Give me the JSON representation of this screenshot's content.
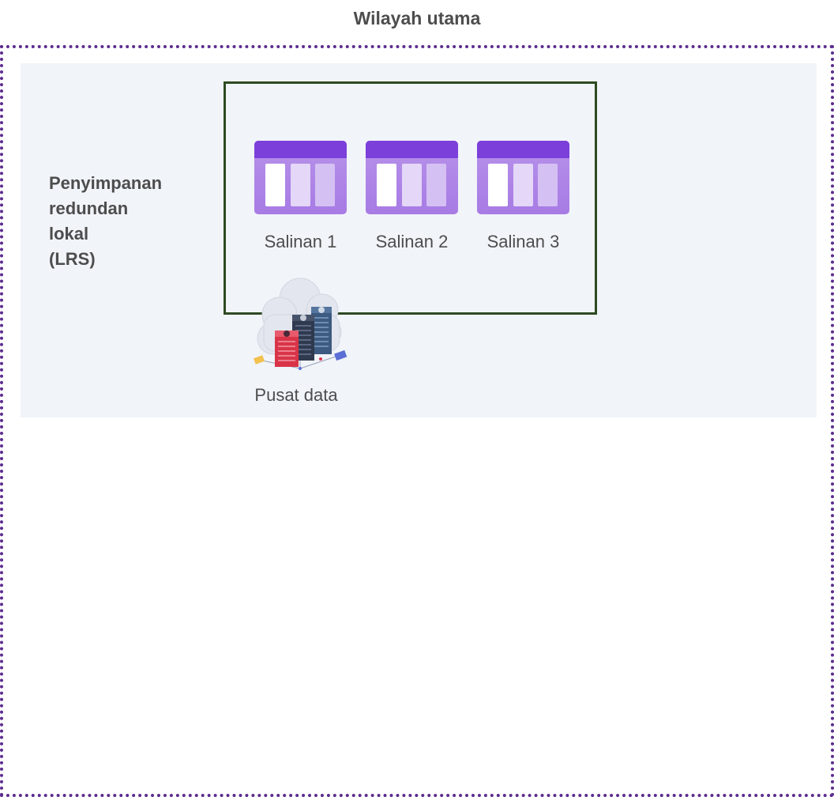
{
  "region": {
    "title": "Wilayah utama"
  },
  "lrs": {
    "label_lines": [
      "Penyimpanan",
      "redundan",
      "lokal",
      "(LRS)"
    ]
  },
  "replicas": [
    {
      "label": "Salinan 1"
    },
    {
      "label": "Salinan 2"
    },
    {
      "label": "Salinan 3"
    }
  ],
  "datacenter": {
    "label": "Pusat data",
    "icon": "datacenter-cloud-servers-icon"
  },
  "replica_icon": "storage-table-icon",
  "colors": {
    "region_border": "#5c2d8f",
    "panel_background": "#f1f4f9",
    "replica_group_border": "#2d4a22",
    "replica_header": "#7c3fd9",
    "replica_body": "#b792ea",
    "text": "#4d4d4d"
  }
}
